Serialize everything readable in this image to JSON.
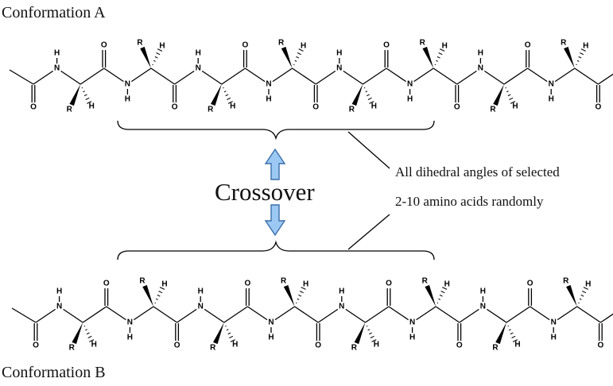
{
  "labels": {
    "conformation_a": "Conformation A",
    "conformation_b": "Conformation B",
    "crossover": "Crossover",
    "note_line1": "All dihedral angles of selected",
    "note_line2": "2-10 amino acids randomly"
  },
  "atoms": {
    "nitrogen": "N",
    "hydrogen": "H",
    "oxygen": "O",
    "sidechain": "R"
  },
  "colors": {
    "arrow_fill": "#9cc8f4",
    "arrow_stroke": "#3a6fa8",
    "ink": "#000000"
  },
  "residue_count": 8
}
